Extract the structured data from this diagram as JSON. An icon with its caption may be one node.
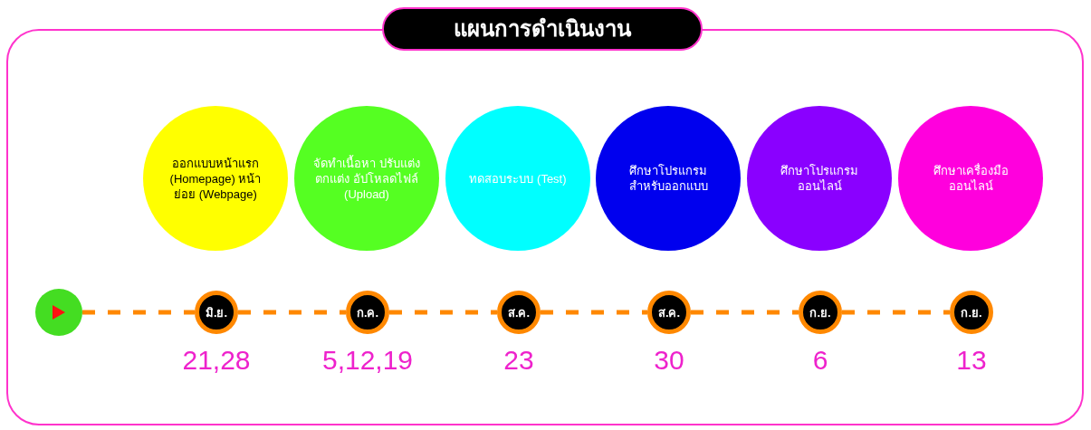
{
  "diagram": {
    "nodes": [
      {
        "text": [
          "แผนการดำเนินงาน"
        ]
      },
      {
        "text": [
          "ออกแบบหน้าแรก (Homepage) หน้าย่อย (Webpage)"
        ]
      },
      {
        "text": [
          "จัดทำเนื้อหา ปรับแต่ง ตกแต่ง อัปโหลดไฟล์ (Upload)"
        ]
      },
      {
        "text": [
          "ทดสอบระบบ (Test)"
        ]
      },
      {
        "text": [
          "ศึกษาโปรแกรม สำหรับออกแบบ"
        ]
      },
      {
        "text": [
          "ศึกษาโปรแกรมออนไลน์"
        ]
      },
      {
        "text": [
          "ศึกษาเครื่องมือ ออนไลน์"
        ]
      },
      {
        "text": [],
        "shape": "circle"
      },
      {
        "text": [
          "มิ.ย."
        ],
        "beside": [
          "21,28"
        ]
      },
      {
        "text": [
          "ก.ค."
        ],
        "beside": [
          "5,12,19"
        ]
      },
      {
        "text": [
          "ส.ค."
        ],
        "beside": [
          "23"
        ]
      },
      {
        "text": [
          "ส.ค."
        ],
        "beside": [
          "30"
        ]
      },
      {
        "text": [
          "ก.ย."
        ],
        "beside": [
          "6"
        ]
      },
      {
        "text": [
          "ก.ย."
        ],
        "beside": [
          "13"
        ]
      }
    ],
    "edges": [
      {
        "from": 7,
        "to": 8,
        "arrow": "none",
        "style": "dashed"
      },
      {
        "from": 8,
        "to": 9,
        "arrow": "none",
        "style": "dashed"
      },
      {
        "from": 9,
        "to": 10,
        "arrow": "none",
        "style": "dashed"
      },
      {
        "from": 10,
        "to": 11,
        "arrow": "none",
        "style": "dashed"
      },
      {
        "from": 11,
        "to": 12,
        "arrow": "none",
        "style": "dashed"
      },
      {
        "from": 12,
        "to": 13,
        "arrow": "none",
        "style": "dashed"
      }
    ]
  }
}
